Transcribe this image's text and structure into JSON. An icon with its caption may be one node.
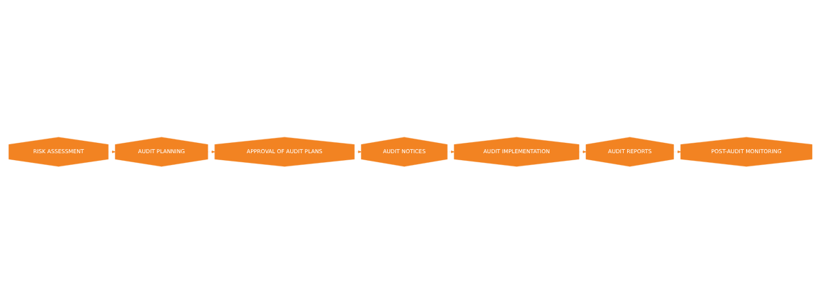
{
  "diagram": {
    "nodes": [
      {
        "text": [
          "RISK ASSESSMENT"
        ]
      },
      {
        "text": [
          "AUDIT PLANNING"
        ]
      },
      {
        "text": [
          "APPROVAL OF AUDIT PLANS"
        ]
      },
      {
        "text": [
          "AUDIT NOTICES"
        ]
      },
      {
        "text": [
          "AUDIT IMPLEMENTATION"
        ]
      },
      {
        "text": [
          "AUDIT REPORTS"
        ]
      },
      {
        "text": [
          "POST-AUDIT MONITORING"
        ]
      }
    ],
    "edges": [
      {
        "from": 0,
        "to": 1,
        "arrow": "to",
        "style": "dashed"
      },
      {
        "from": 1,
        "to": 2,
        "arrow": "to",
        "style": "dashed"
      },
      {
        "from": 2,
        "to": 3,
        "arrow": "to",
        "style": "dashed"
      },
      {
        "from": 3,
        "to": 4,
        "arrow": "to",
        "style": "dashed"
      },
      {
        "from": 4,
        "to": 5,
        "arrow": "to",
        "style": "dashed"
      },
      {
        "from": 5,
        "to": 6,
        "arrow": "to",
        "style": "dashed"
      }
    ]
  }
}
